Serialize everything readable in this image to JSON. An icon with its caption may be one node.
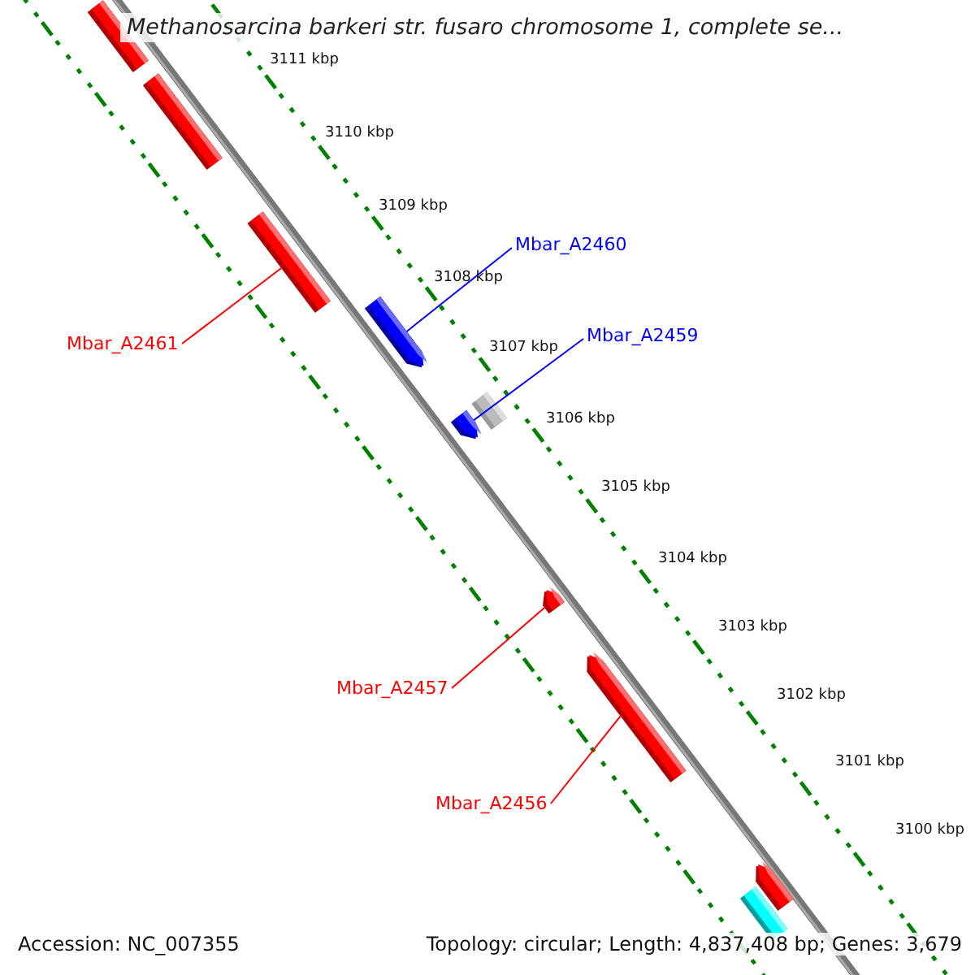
{
  "diagram": {
    "title": "Methanosarcina barkeri str. fusaro chromosome 1, complete se...",
    "nodes": [
      {
        "text": [],
        "shape": "bar"
      },
      {
        "text": [],
        "shape": "bar"
      },
      {
        "text": [],
        "shape": "bar"
      },
      {
        "text": [],
        "shape": "arrow"
      },
      {
        "text": [],
        "shape": "bar"
      },
      {
        "text": [],
        "shape": "arrow"
      },
      {
        "text": [],
        "shape": "arrow"
      },
      {
        "text": [],
        "shape": "arrow"
      },
      {
        "text": [],
        "shape": "bar"
      },
      {
        "text": [],
        "shape": "arrow"
      },
      {
        "text": [
          "Mbar_A2460"
        ]
      },
      {
        "text": [
          "Mbar_A2459"
        ]
      },
      {
        "text": [
          "Mbar_A2461"
        ]
      },
      {
        "text": [
          "Mbar_A2457"
        ]
      },
      {
        "text": [
          "Mbar_A2456"
        ]
      }
    ],
    "edges": [
      {
        "from": 10,
        "to": 3,
        "arrow": "none",
        "color": "#0000ff"
      },
      {
        "from": 11,
        "to": 5,
        "arrow": "none",
        "color": "#0000ff"
      },
      {
        "from": 12,
        "to": 2,
        "arrow": "none"
      },
      {
        "from": 13,
        "to": 6,
        "arrow": "none"
      },
      {
        "from": 14,
        "to": 7,
        "arrow": "none"
      }
    ],
    "labels": [
      "3111 kbp",
      "3110 kbp",
      "3109 kbp",
      "3108 kbp",
      "3107 kbp",
      "3106 kbp",
      "3105 kbp",
      "3104 kbp",
      "3103 kbp",
      "3102 kbp",
      "3101 kbp",
      "3100 kbp",
      "Accession: NC_007355",
      "Topology: circular; Length: 4,837,408 bp; Genes: 3,679"
    ]
  }
}
